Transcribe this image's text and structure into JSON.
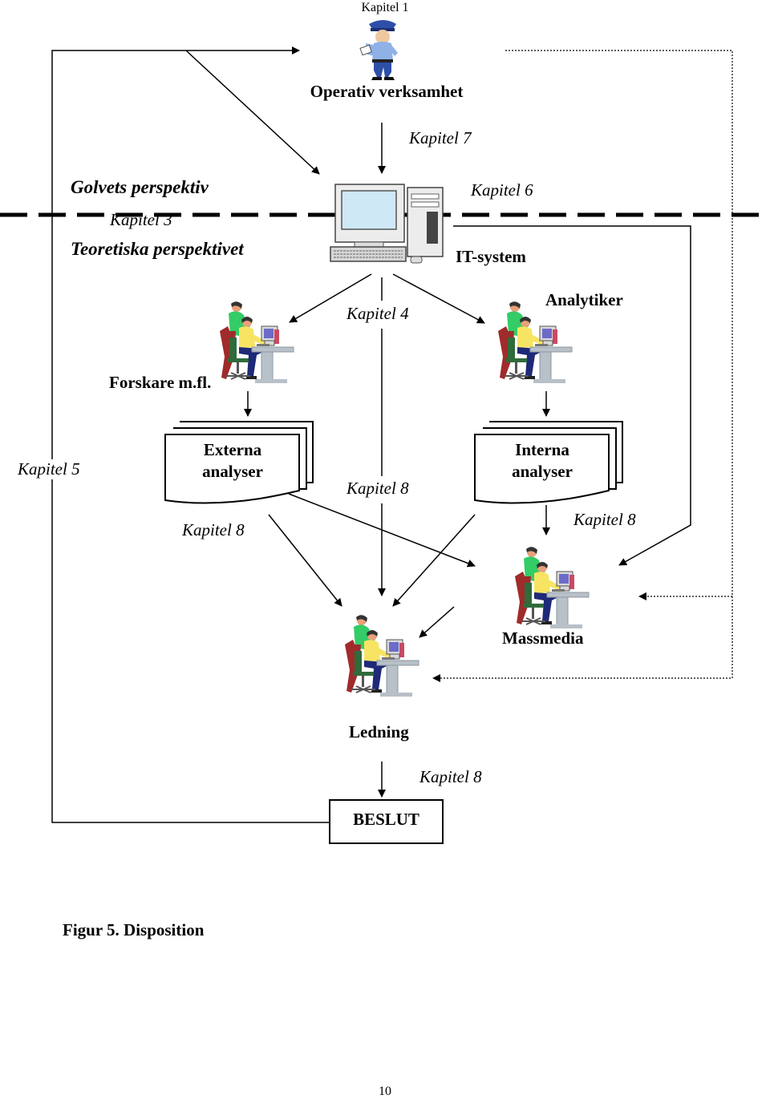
{
  "header": {
    "chapter": "Kapitel 1"
  },
  "nodes": {
    "operativ": "Operativ verksamhet",
    "it_system": "IT-system",
    "analytiker": "Analytiker",
    "forskare": "Forskare m.fl.",
    "externa": [
      "Externa",
      "analyser"
    ],
    "interna": [
      "Interna",
      "analyser"
    ],
    "massmedia": "Massmedia",
    "ledning": "Ledning",
    "beslut": "BESLUT"
  },
  "perspectives": {
    "golvets": "Golvets perspektiv",
    "teoretiska": "Teoretiska perspektivet"
  },
  "chapter_labels": {
    "k3": "Kapitel 3",
    "k4": "Kapitel 4",
    "k5": "Kapitel 5",
    "k6": "Kapitel 6",
    "k7": "Kapitel 7",
    "k8_top": "Kapitel 8",
    "k8_left": "Kapitel 8",
    "k8_right": "Kapitel 8",
    "k8_bottom": "Kapitel 8"
  },
  "figure": {
    "caption": "Figur 5. Disposition"
  },
  "page": {
    "number": "10"
  },
  "icons": [
    "police-officer-icon",
    "desktop-computer-icon",
    "workstation-people-icon"
  ],
  "colors": {
    "line": "#000000",
    "screen": "#cfe8f5",
    "shirt_green": "#33cc66",
    "shirt_yellow": "#f7e463",
    "pants": "#1e2a78",
    "desk": "#b8c0c8"
  }
}
